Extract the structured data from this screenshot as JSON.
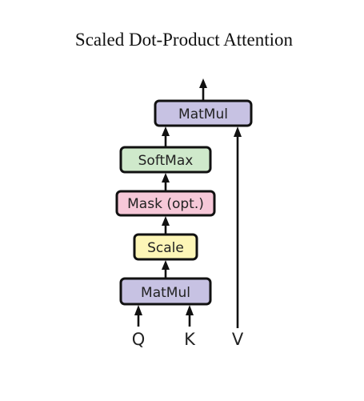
{
  "title": "Scaled Dot-Product Attention",
  "colors": {
    "matmul": "#c7c2e3",
    "softmax": "#cfe9cb",
    "mask": "#f6c8d8",
    "scale": "#fdf6b7",
    "stroke": "#111111"
  },
  "boxes": {
    "matmul_top": "MatMul",
    "softmax": "SoftMax",
    "mask": "Mask (opt.)",
    "scale": "Scale",
    "matmul_bottom": "MatMul"
  },
  "inputs": {
    "q": "Q",
    "k": "K",
    "v": "V"
  }
}
